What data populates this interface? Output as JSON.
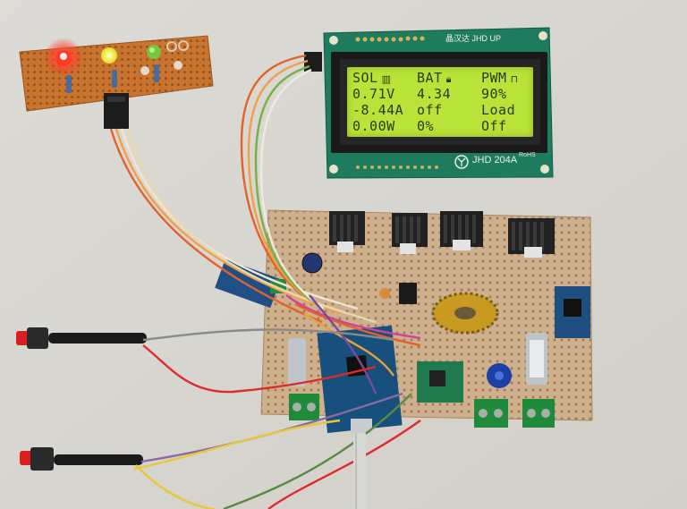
{
  "lcd": {
    "rows": [
      [
        "SOL",
        "BAT",
        "PWM"
      ],
      [
        "0.71V",
        "4.34",
        "90%"
      ],
      [
        "-8.44A",
        "off",
        "Load"
      ],
      [
        "0.00W",
        "0%",
        "Off"
      ]
    ],
    "header_icons": [
      "battery-icon",
      "lock-icon",
      "pwm-wave-icon"
    ],
    "model_label": "JHD 204A",
    "top_text": "晶汉达 JHD UP",
    "rohs_label": "RoHS",
    "backlight_color": "#b9e339",
    "text_color": "#2d3a10"
  },
  "leds": [
    {
      "name": "red-led",
      "color": "#ff2a1a"
    },
    {
      "name": "yellow-led",
      "color": "#f2f04a"
    },
    {
      "name": "green-led",
      "color": "#66cc33"
    }
  ],
  "colors": {
    "pcb_blue": "#175a6a",
    "perfboard": "#cfb28f",
    "stripboard": "#c8742e",
    "background": "#dcdad4"
  }
}
